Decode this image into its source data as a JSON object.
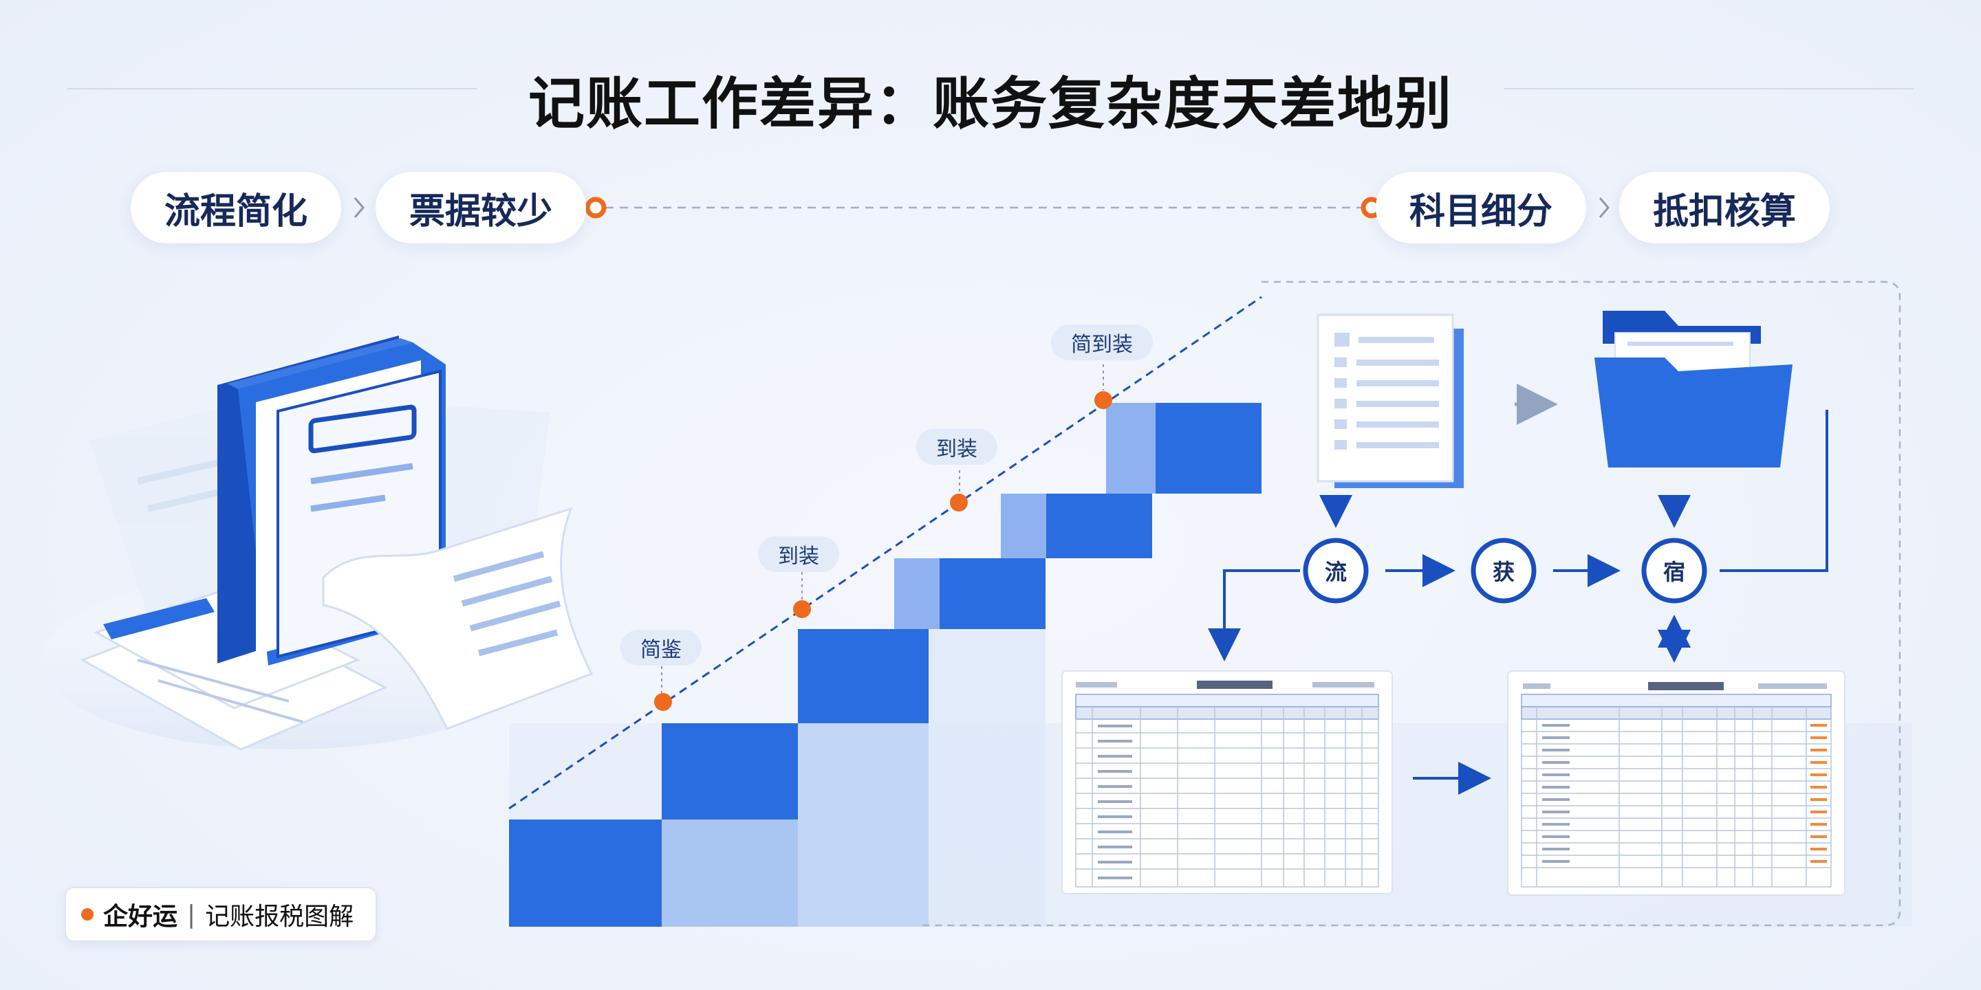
{
  "title": "记账工作差异：账务复杂度天差地别",
  "left_pills": [
    "流程简化",
    "票据较少"
  ],
  "right_pills": [
    "科目细分",
    "抵扣核算"
  ],
  "step_labels": [
    "简鉴",
    "到装",
    "到装",
    "简到装"
  ],
  "flow_nodes": [
    "流",
    "获",
    "宿"
  ],
  "badge": {
    "brand": "企好运",
    "subtitle": "记账报税图解"
  },
  "colors": {
    "primary": "#2a6de0",
    "deep": "#1a4fbf",
    "light": "#bcd3f7",
    "accent": "#f06a1d",
    "navy": "#16295a"
  }
}
